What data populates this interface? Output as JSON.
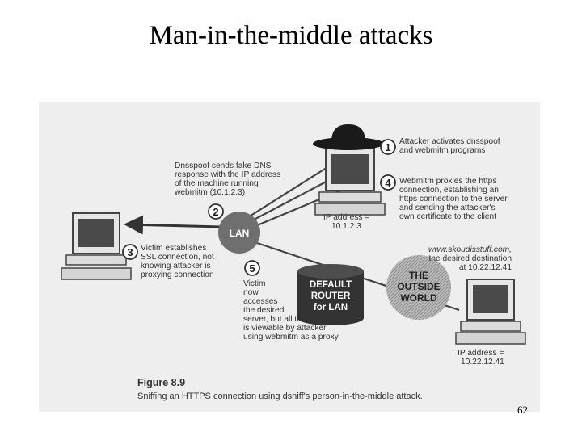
{
  "slide": {
    "title": "Man-in-the-middle attacks",
    "page_number": "62"
  },
  "figure": {
    "caption_label": "Figure 8.9",
    "caption_text": "Sniffing an HTTPS connection using dsniff's person-in-the-middle attack.",
    "lan_label": "LAN",
    "router_label": [
      "DEFAULT",
      "ROUTER",
      "for LAN"
    ],
    "outside_world_label": [
      "THE",
      "OUTSIDE",
      "WORLD"
    ],
    "attacker_ip": [
      "IP address =",
      "10.1.2.3"
    ],
    "destination_ip": [
      "IP address =",
      "10.22.12.41"
    ],
    "destination_url": [
      "www.skoudisstuff.com,",
      "the desired destination",
      "at 10.22.12.41"
    ],
    "steps": [
      {
        "number": "1",
        "text": [
          "Attacker activates dnsspoof",
          "and webmitm programs"
        ]
      },
      {
        "number": "2",
        "text": [
          "Dnsspoof sends fake DNS",
          "response with the IP address",
          "of the machine running",
          "webmitm (10.1.2.3)"
        ]
      },
      {
        "number": "3",
        "text": [
          "Victim establishes",
          "SSL connection, not",
          "knowing attacker is",
          "proxying connection"
        ]
      },
      {
        "number": "4",
        "text": [
          "Webmitm proxies the https",
          "connection, establishing an",
          "https connection to the server",
          "and sending the attacker's",
          "own certificate to the client"
        ]
      },
      {
        "number": "5",
        "text": [
          "Victim",
          "now",
          "accesses",
          "the desired",
          "server, but all traffic",
          "is viewable by attacker",
          "using webmitm as a proxy"
        ]
      }
    ]
  }
}
